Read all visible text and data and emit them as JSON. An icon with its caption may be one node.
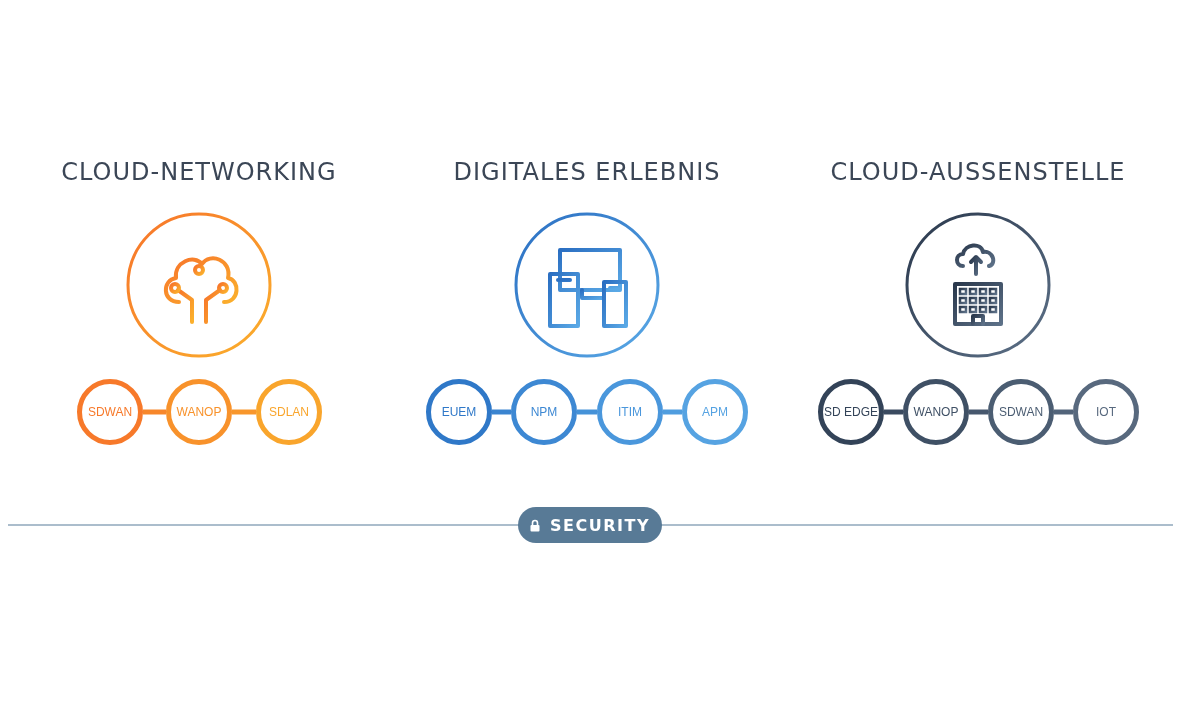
{
  "diagram": {
    "nodes": [
      {
        "text": [
          "CLOUD-NETWORKING"
        ]
      },
      {
        "text": [
          "SDWAN"
        ]
      },
      {
        "text": [
          "WANOP"
        ]
      },
      {
        "text": [
          "SDLAN"
        ]
      },
      {
        "text": [
          "DIGITALES ERLEBNIS"
        ]
      },
      {
        "text": [
          "EUEM"
        ]
      },
      {
        "text": [
          "NPM"
        ]
      },
      {
        "text": [
          "ITIM"
        ]
      },
      {
        "text": [
          "APM"
        ]
      },
      {
        "text": [
          "CLOUD-AUSSENSTELLE"
        ]
      },
      {
        "text": [
          "SD EDGE"
        ]
      },
      {
        "text": [
          "WANOP"
        ]
      },
      {
        "text": [
          "SDWAN"
        ]
      },
      {
        "text": [
          "IOT"
        ]
      },
      {
        "text": [
          "SECURITY"
        ]
      }
    ],
    "edges": [
      {
        "from": 1,
        "to": 2,
        "arrow": "none",
        "color": "#f7862a"
      },
      {
        "from": 2,
        "to": 3,
        "arrow": "none",
        "color": "#f8962b"
      },
      {
        "from": 5,
        "to": 6,
        "arrow": "none",
        "color": "#3a84d0"
      },
      {
        "from": 6,
        "to": 7,
        "arrow": "none",
        "color": "#4592d8"
      },
      {
        "from": 7,
        "to": 8,
        "arrow": "none",
        "color": "#4f9ddf"
      },
      {
        "from": 10,
        "to": 11,
        "arrow": "none",
        "color": "#3a4a60"
      },
      {
        "from": 11,
        "to": 12,
        "arrow": "none",
        "color": "#46576d"
      },
      {
        "from": 12,
        "to": 13,
        "arrow": "none",
        "color": "#52647a"
      }
    ]
  }
}
